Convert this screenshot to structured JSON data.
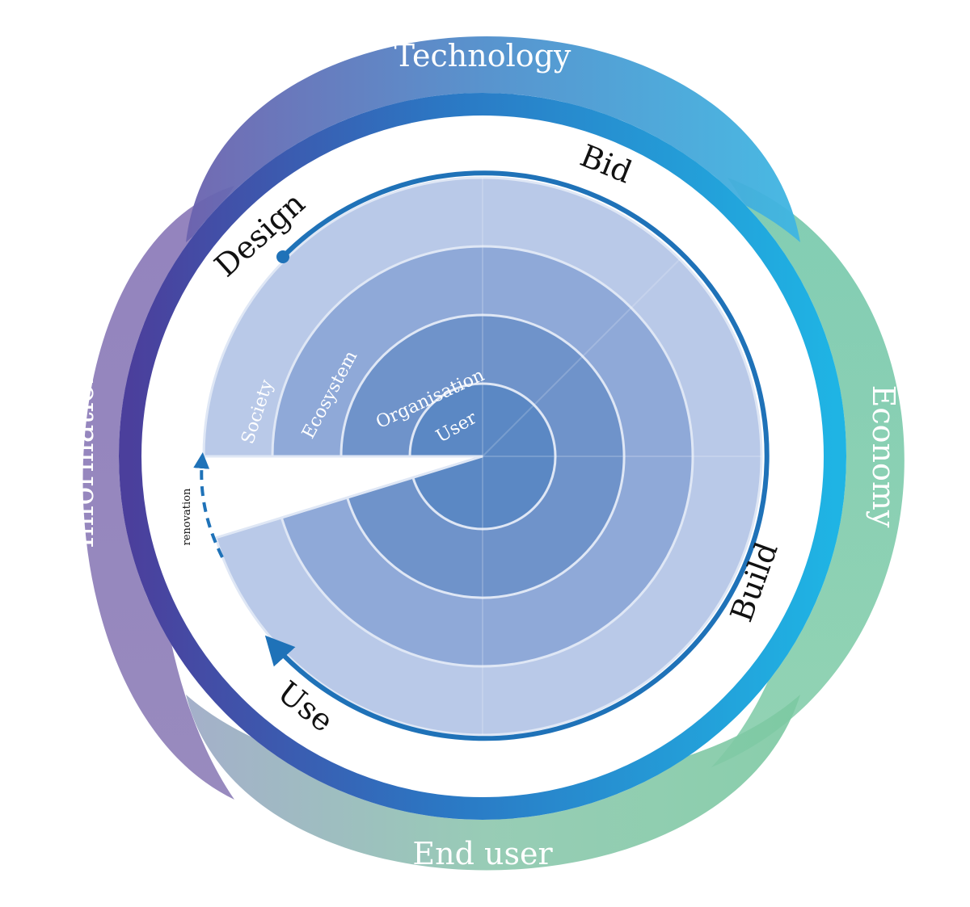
{
  "petals": {
    "top": "Technology",
    "right": "Economy",
    "bottom": "End user",
    "left": "Information"
  },
  "phases": {
    "design": "Design",
    "bid": "Bid",
    "build": "Build",
    "use": "Use"
  },
  "rings": {
    "society": "Society",
    "ecosystem": "Ecosystem",
    "organisation": "Organisation",
    "user": "User"
  },
  "renovation": "renovation",
  "colors": {
    "technology_a": "#6e66b0",
    "technology_b": "#47b0de",
    "economy": "#84cca6",
    "end_user": "#93ccb0",
    "information": "#7f6cb0",
    "cycle_ring_a": "#4a3e9e",
    "cycle_ring_b": "#1fb0e3",
    "phase_arrow": "#1f72b8",
    "wheel_outer": "#b7c7e6",
    "wheel_inner": "#5c8cc6"
  }
}
